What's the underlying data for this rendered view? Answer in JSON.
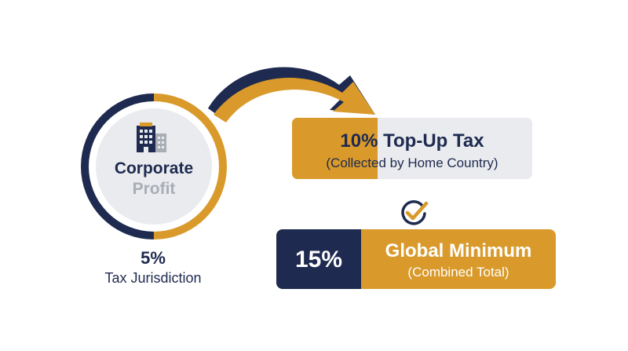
{
  "colors": {
    "navy": "#1e2a4f",
    "gold": "#d99a2b",
    "light_gray": "#e9ebee",
    "muted_gray": "#a9adb5"
  },
  "source": {
    "icon": "building-icon",
    "title_line1": "Corporate",
    "title_line2": "Profit",
    "rate": "5%",
    "rate_label": "Tax Jurisdiction",
    "ring_navy_share": 0.5,
    "ring_gold_share": 0.5
  },
  "flow_arrow": {
    "icon": "curved-arrow-icon"
  },
  "top_up": {
    "rate": "10%",
    "title": "Top-Up Tax",
    "subtitle": "(Collected by Home Country)"
  },
  "check": {
    "icon": "check-circle-icon"
  },
  "global_minimum": {
    "rate": "15%",
    "title": "Global Minimum",
    "subtitle": "(Combined Total)"
  }
}
